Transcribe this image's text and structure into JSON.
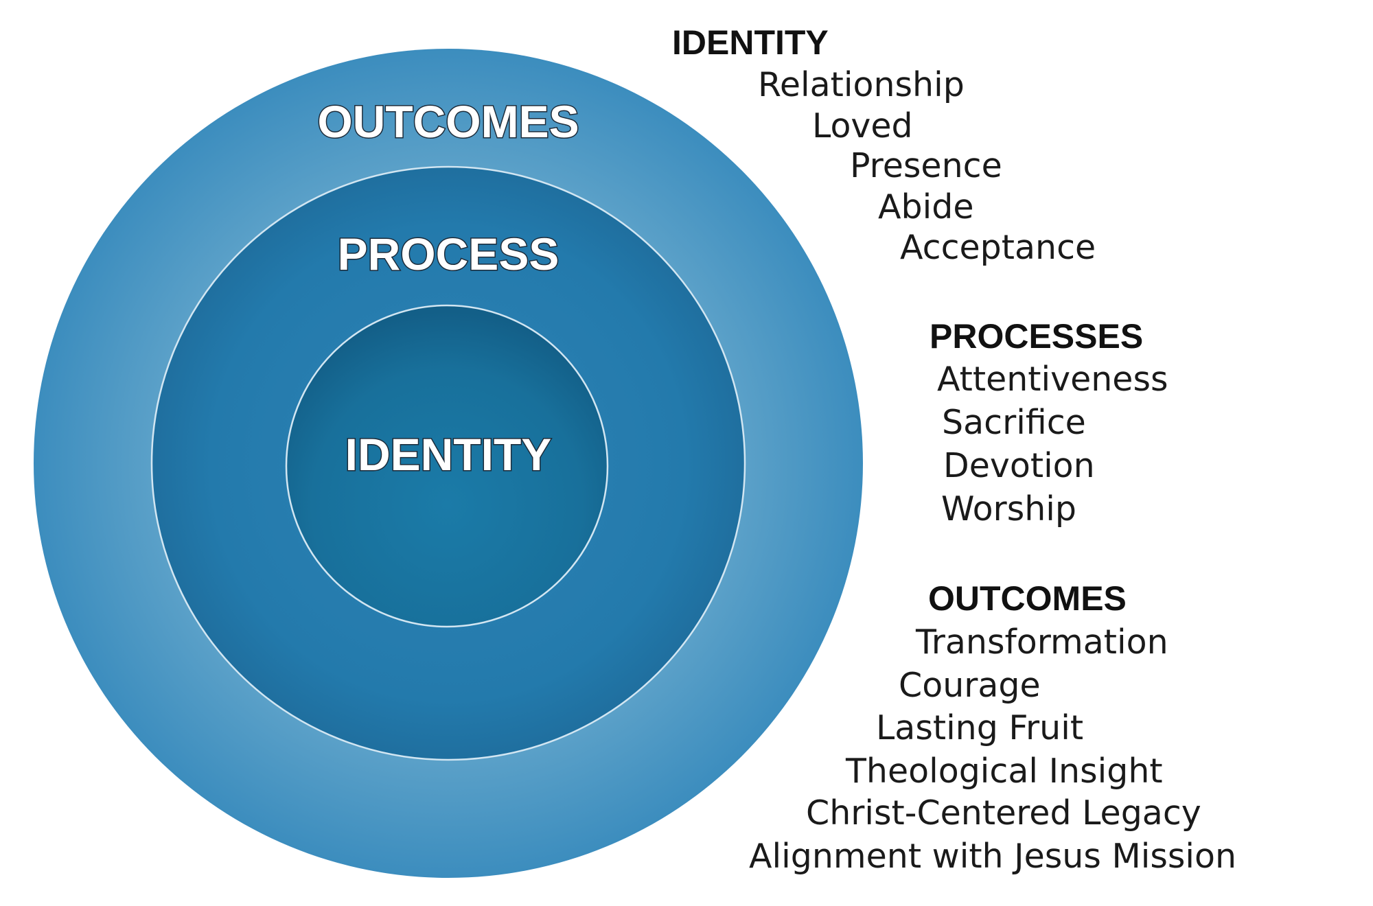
{
  "circles": {
    "outer_label": "OUTCOMES",
    "middle_label": "PROCESS",
    "inner_label": "IDENTITY"
  },
  "colors": {
    "outer_ring": "#3e8ebd",
    "middle_ring": "#2479ab",
    "inner_core": "#1a76a2",
    "ring_border": "#cfe3f0"
  },
  "lists": {
    "identity": {
      "heading": "IDENTITY",
      "items": [
        "Relationship",
        "Loved",
        "Presence",
        "Abide",
        "Acceptance"
      ]
    },
    "processes": {
      "heading": "PROCESSES",
      "items": [
        "Attentiveness",
        "Sacrifice",
        "Devotion",
        "Worship"
      ]
    },
    "outcomes": {
      "heading": "OUTCOMES",
      "items": [
        "Transformation",
        "Courage",
        "Lasting Fruit",
        "Theological Insight",
        "Christ-Centered Legacy",
        "Alignment with Jesus Mission"
      ]
    }
  }
}
